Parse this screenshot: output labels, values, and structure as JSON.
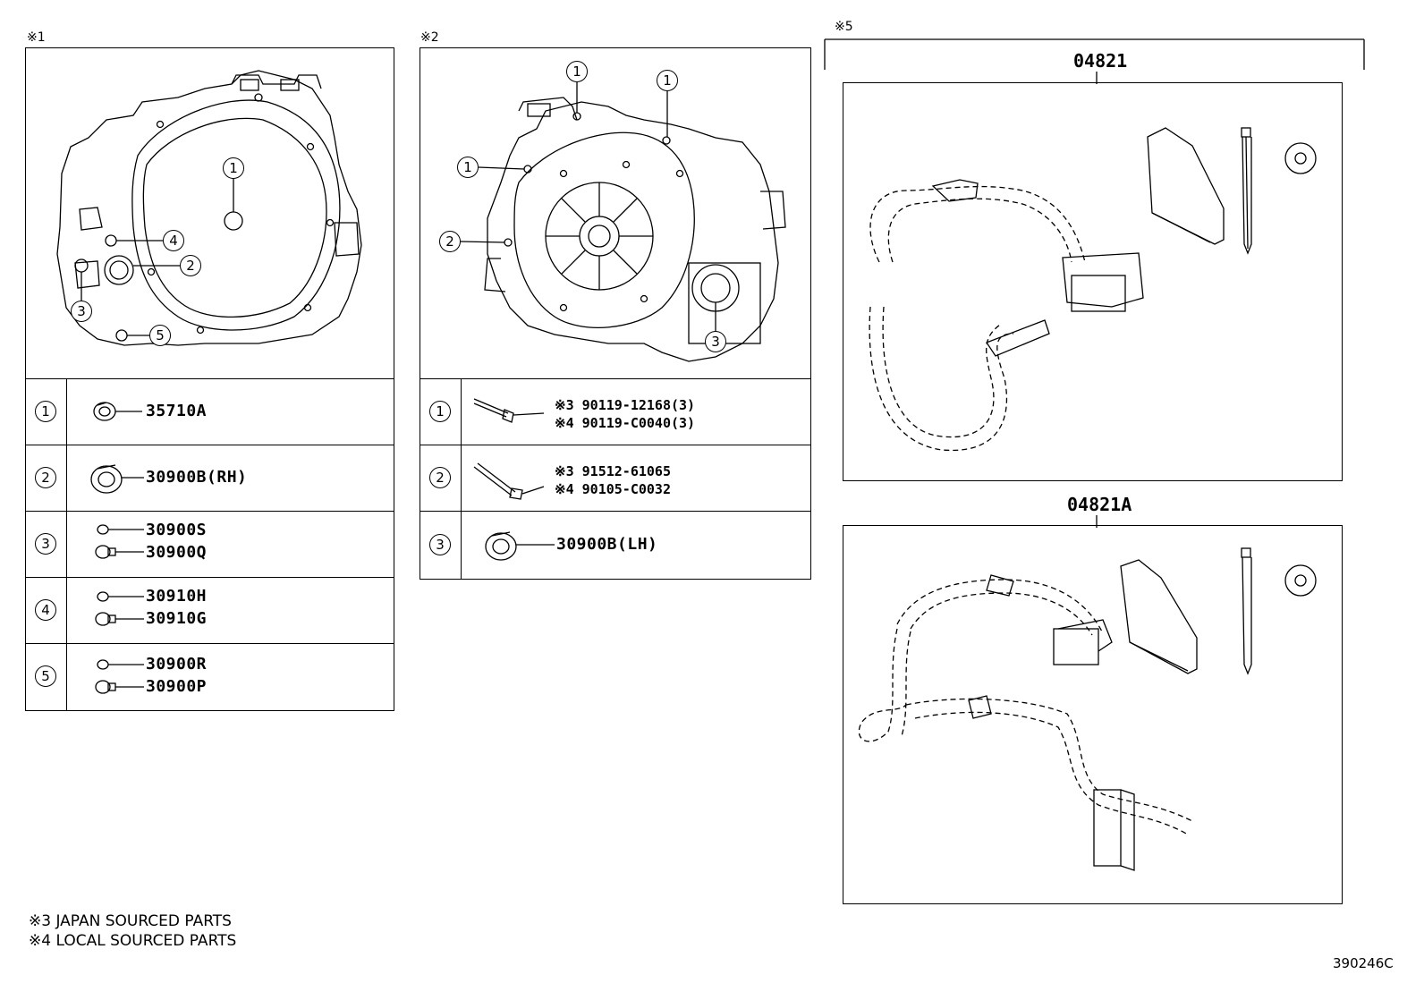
{
  "sections": {
    "s1": {
      "mark": "※1"
    },
    "s2": {
      "mark": "※2"
    },
    "s5": {
      "mark": "※5"
    }
  },
  "panel1": {
    "callouts": [
      "1",
      "4",
      "2",
      "3",
      "5"
    ],
    "rows": [
      {
        "num": "1",
        "parts": [
          "35710A"
        ]
      },
      {
        "num": "2",
        "parts": [
          "30900B(RH)"
        ]
      },
      {
        "num": "3",
        "parts": [
          "30900S",
          "30900Q"
        ]
      },
      {
        "num": "4",
        "parts": [
          "30910H",
          "30910G"
        ]
      },
      {
        "num": "5",
        "parts": [
          "30900R",
          "30900P"
        ]
      }
    ]
  },
  "panel2": {
    "callouts": [
      "1",
      "1",
      "1",
      "2",
      "3"
    ],
    "rows": [
      {
        "num": "1",
        "parts": [
          "※3 90119-12168(3)",
          "※4 90119-C0040(3)"
        ]
      },
      {
        "num": "2",
        "parts": [
          "※3 91512-61065",
          "※4 90105-C0032"
        ]
      },
      {
        "num": "3",
        "parts": [
          "30900B(LH)"
        ]
      }
    ]
  },
  "kits": {
    "upper": "04821",
    "lower": "04821A"
  },
  "footnotes": [
    "※3 JAPAN SOURCED PARTS",
    "※4 LOCAL SOURCED PARTS"
  ],
  "diagram_code": "390246C"
}
